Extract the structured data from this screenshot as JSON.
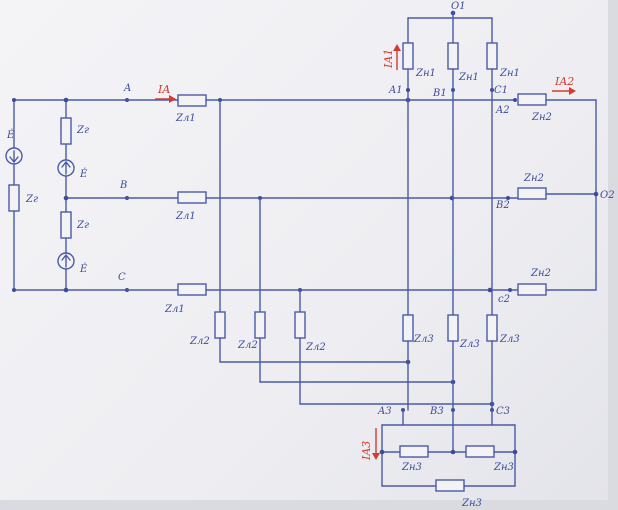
{
  "labels": {
    "E": "Ė",
    "Zr": "Zг",
    "A": "A",
    "B": "B",
    "C": "C",
    "IA": "IA",
    "IA1": "IA1",
    "IA2": "IA2",
    "IA3": "IA3",
    "Zl1": "Zл1",
    "Zl2": "Zл2",
    "Zl3": "Zл3",
    "Zn1": "Zн1",
    "Zn2": "Zн2",
    "Zn3": "Zн3",
    "A1": "A1",
    "B1": "B1",
    "C1": "C1",
    "A2": "A2",
    "B2": "B2",
    "C2": "c2",
    "A3": "A3",
    "B3": "B3",
    "C3": "C3",
    "O1": "O1",
    "O2": "O2"
  },
  "colors": {
    "ink": "#4a5aa8",
    "accent": "#d63a2c"
  }
}
